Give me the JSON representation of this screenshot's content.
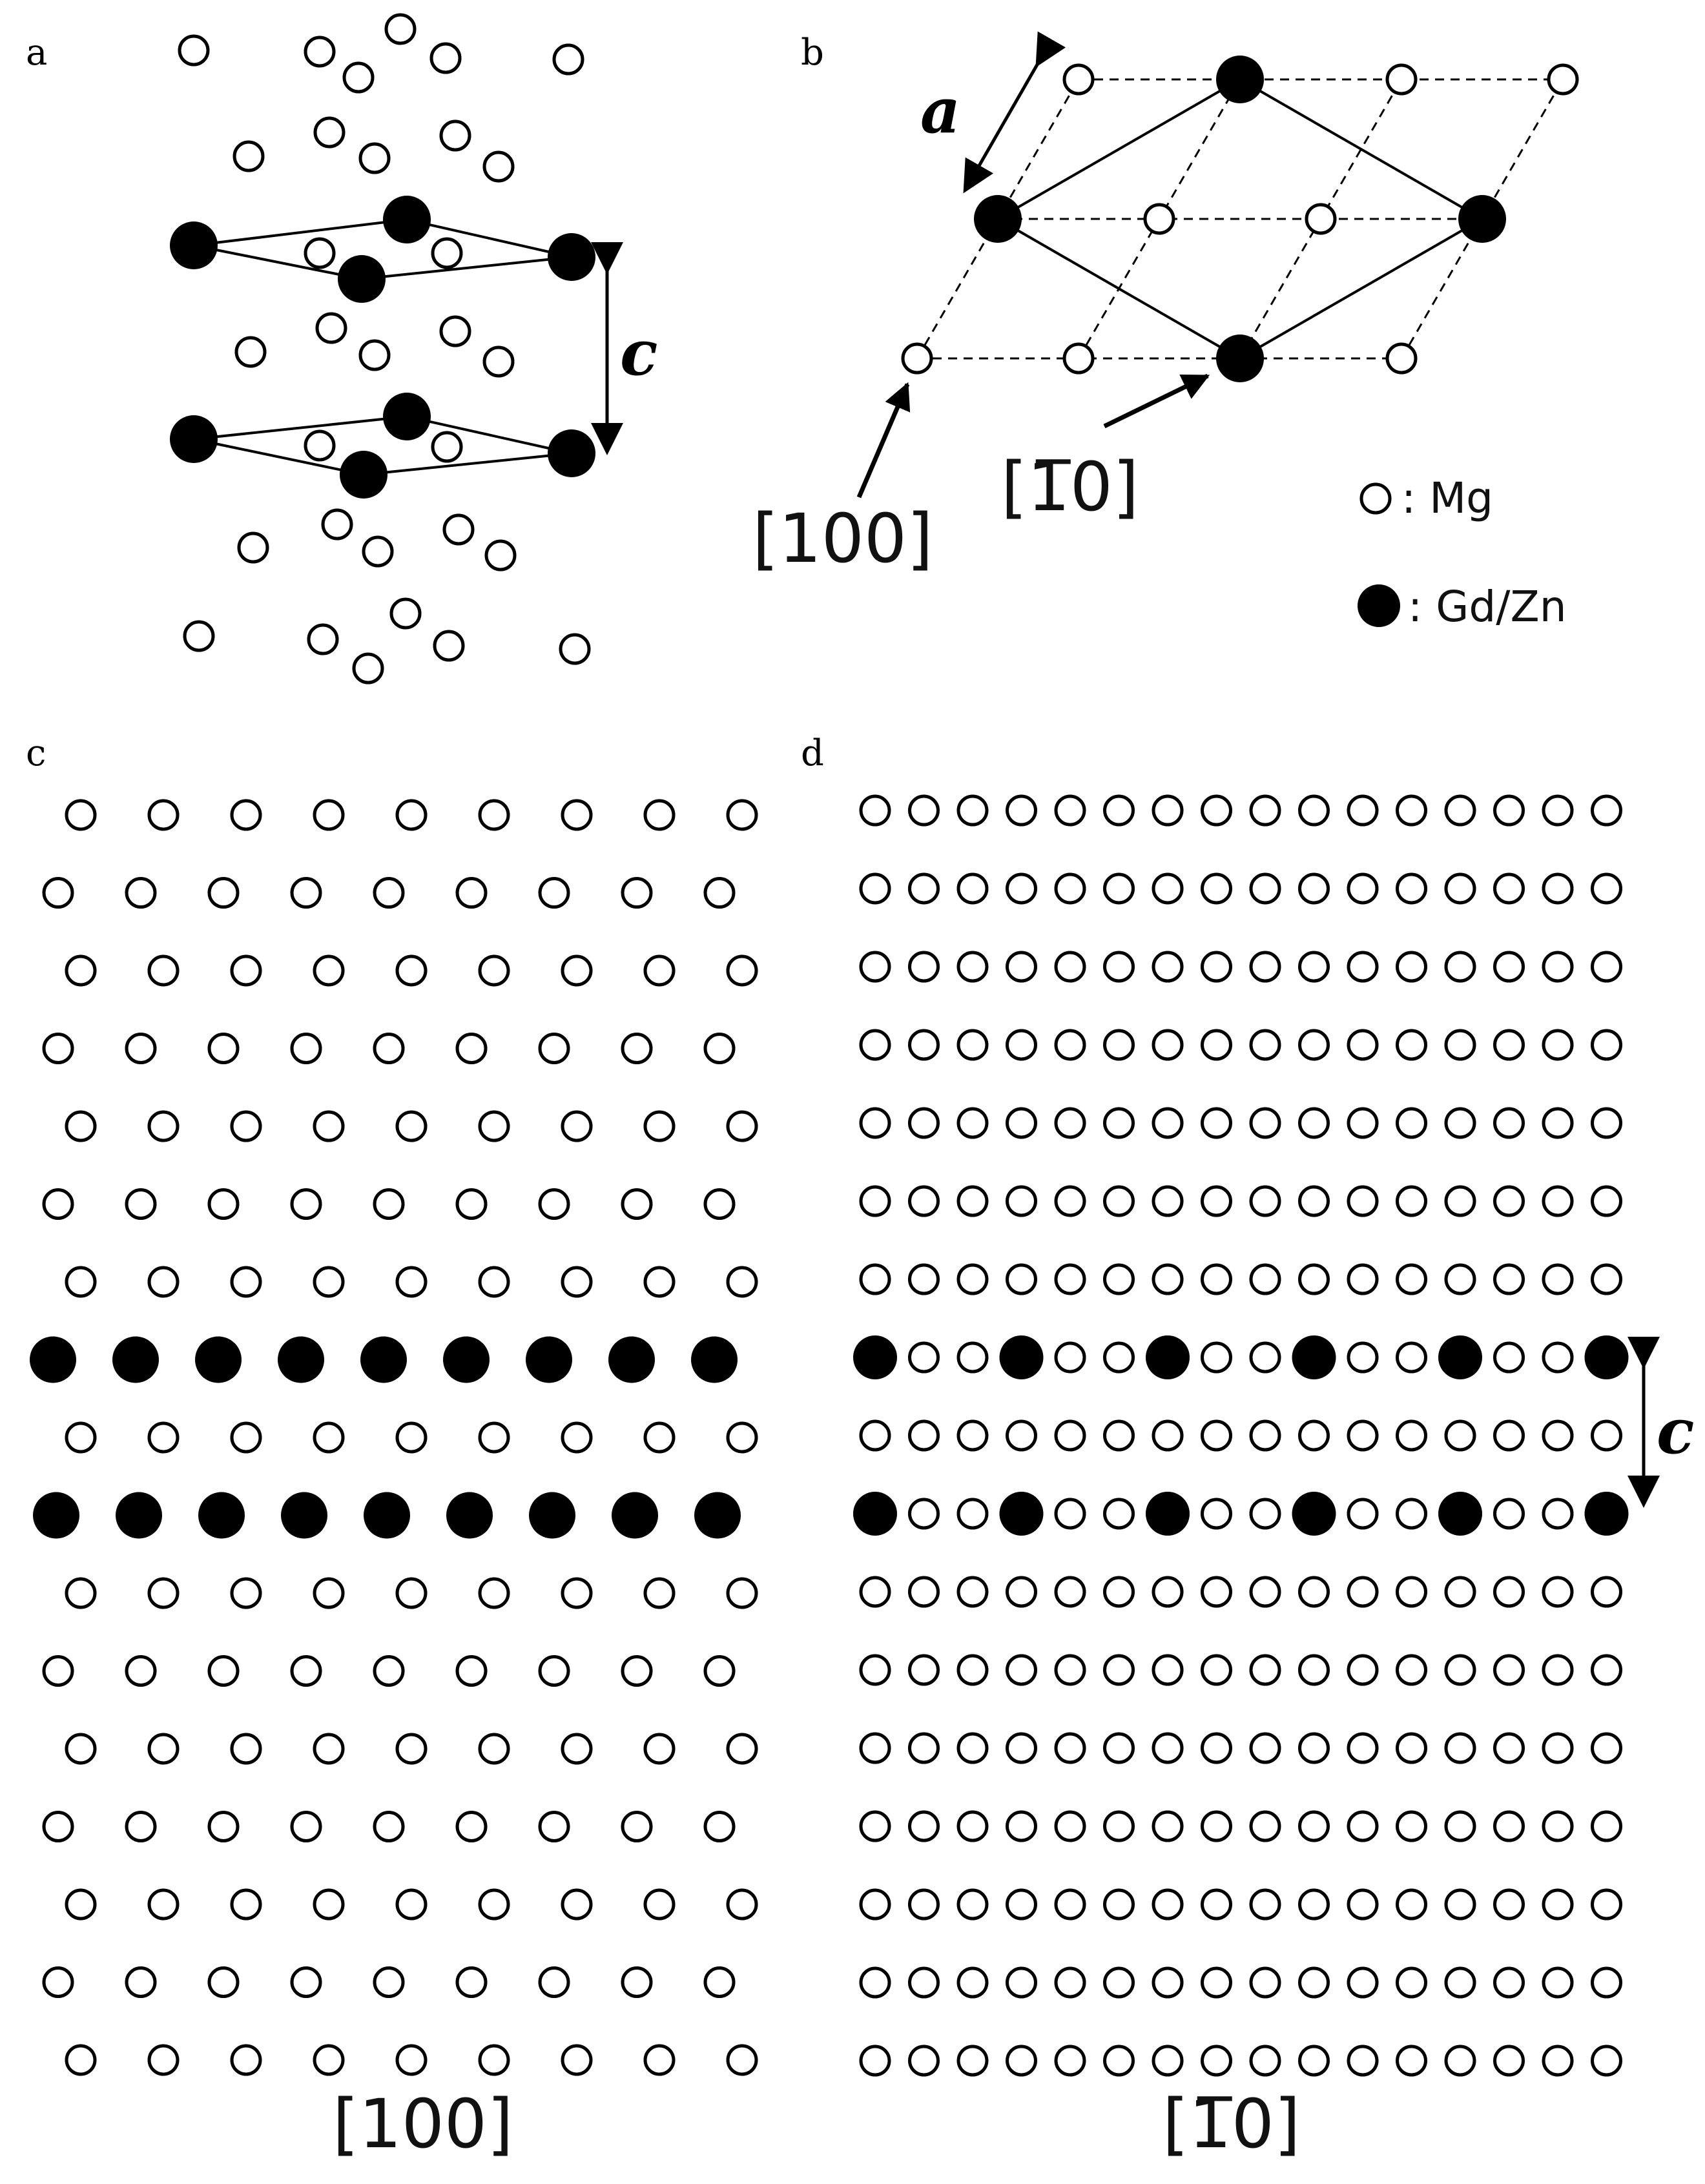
{
  "panels": {
    "a": {
      "label": "a",
      "axis_label": "c"
    },
    "b": {
      "label": "b",
      "axis_label": "a",
      "dir_100": "[100]",
      "dir_110": "[1̅0]"
    },
    "c": {
      "label": "c",
      "direction": "[100]"
    },
    "d": {
      "label": "d",
      "direction": "[1̅0]",
      "axis_label": "c"
    }
  },
  "legend": {
    "mg_label": ": Mg",
    "gdzn_label": ": Gd/Zn"
  },
  "colors": {
    "ink": "#000000",
    "paper": "#ffffff"
  }
}
